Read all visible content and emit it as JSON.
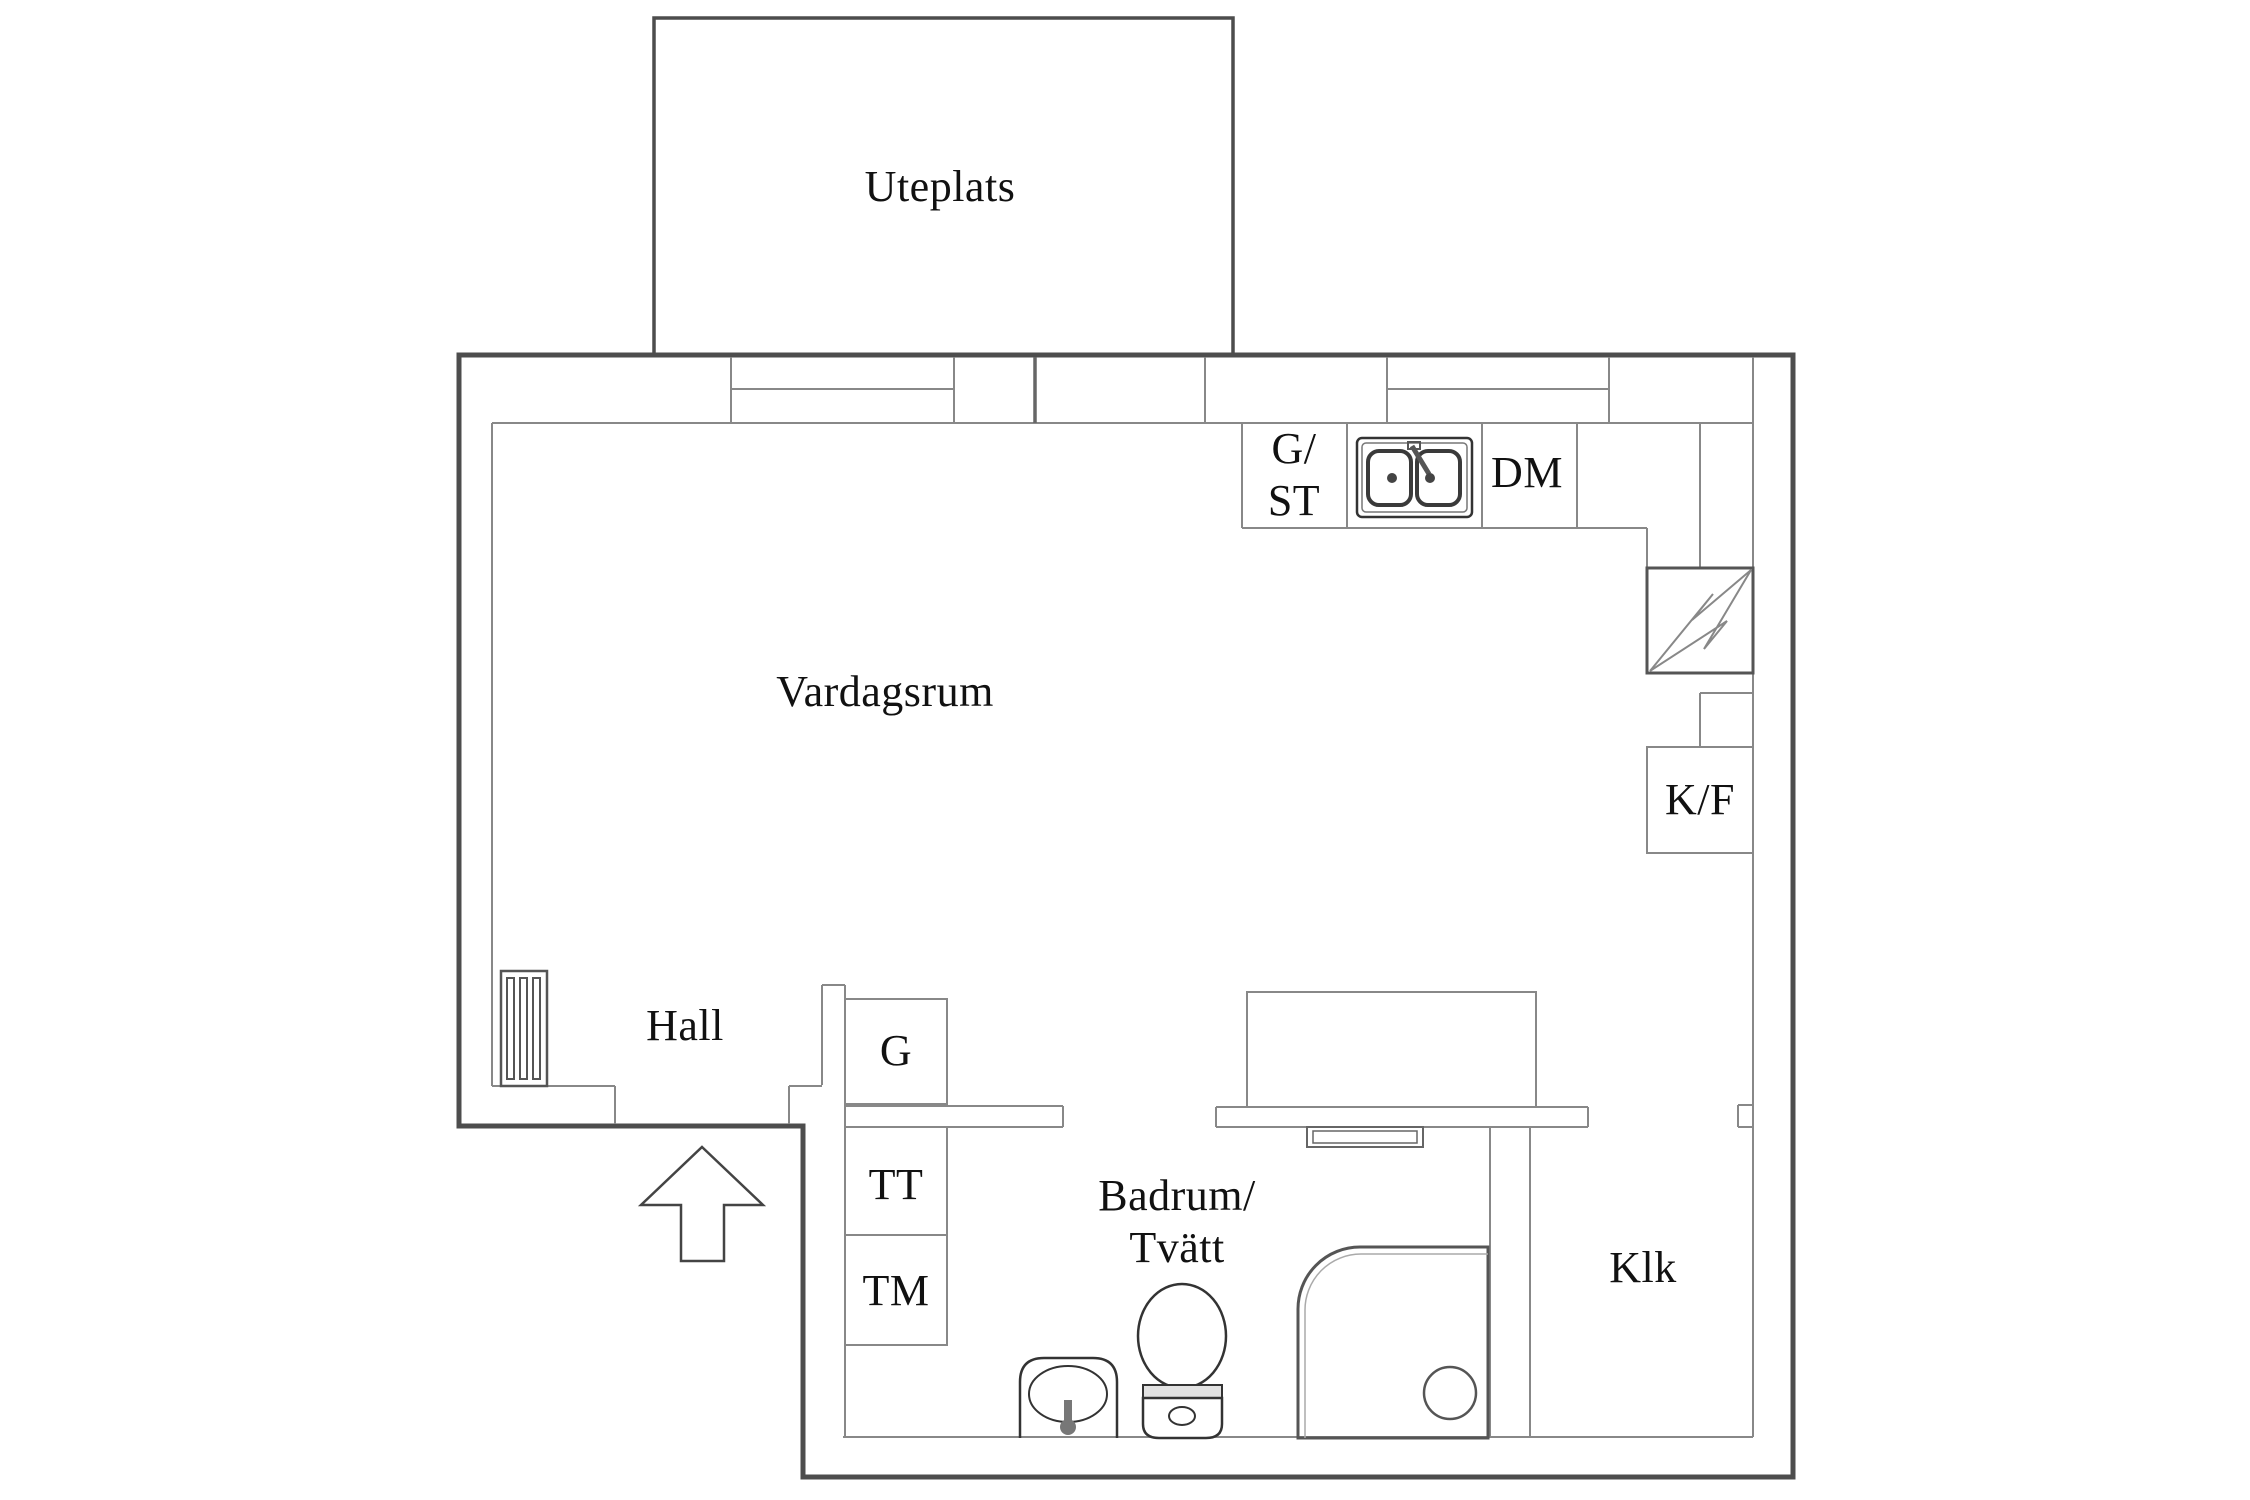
{
  "title": "Apartment floor plan",
  "colors": {
    "outer_wall": "#4d4d4d",
    "inner_line": "#888888",
    "fixture_line": "#3a3a3a",
    "text": "#111111",
    "background": "#ffffff"
  },
  "rooms": {
    "uteplats": "Uteplats",
    "vardagsrum": "Vardagsrum",
    "hall": "Hall",
    "badrum": "Badrum/\nTvätt",
    "klk": "Klk"
  },
  "appliances": {
    "gst": "G/\nST",
    "dm": "DM",
    "kf": "K/F",
    "g": "G",
    "tt": "TT",
    "tm": "TM"
  },
  "fixtures": {
    "kitchen_sink": "double-sink-icon",
    "electrical": "lightning-icon",
    "toilet": "toilet-icon",
    "washbasin": "washbasin-icon",
    "shower": "corner-shower-icon",
    "radiator": "radiator-icon",
    "entrance": "entrance-arrow-icon"
  }
}
